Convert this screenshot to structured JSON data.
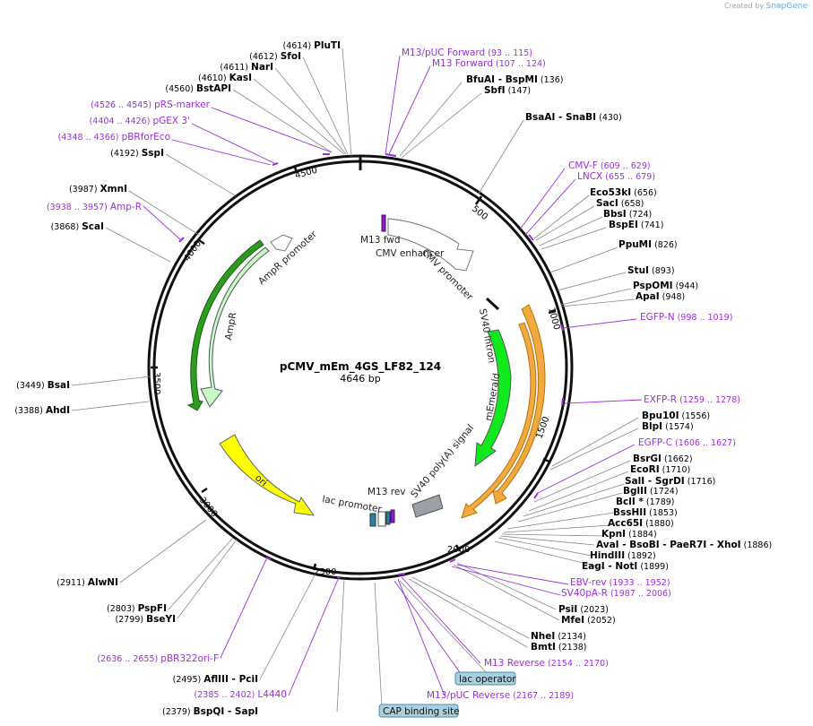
{
  "credit": {
    "prefix": "Created by",
    "brand": "SnapGene"
  },
  "plasmid": {
    "name": "pCMV_mEm_4GS_LF82_124",
    "length": "4646 bp"
  },
  "ticks": [
    "500",
    "1000",
    "1500",
    "2000",
    "2500",
    "3000",
    "3500",
    "4000",
    "4500"
  ],
  "features": {
    "m13fwd": "M13 fwd",
    "cmv_enhancer": "CMV enhancer",
    "cmv_promoter": "CMV promoter",
    "sv40_intron": "SV40 intron",
    "memerald": "mEmerald",
    "sv40_polya": "SV40 poly(A) signal",
    "ampr_promoter": "AmpR promoter",
    "ampr": "AmpR",
    "ori": "ori",
    "lac_promoter": "lac promoter",
    "m13rev": "M13 rev"
  },
  "boxed": {
    "lac_operator": "lac operator",
    "cap_site": "CAP binding site"
  },
  "labels": [
    {
      "id": "plutI",
      "pos": "(4614)",
      "name": "PluTI",
      "type": "enz"
    },
    {
      "id": "sfoI",
      "pos": "(4612)",
      "name": "SfoI",
      "type": "enz"
    },
    {
      "id": "narI",
      "pos": "(4611)",
      "name": "NarI",
      "type": "enz"
    },
    {
      "id": "kasI",
      "pos": "(4610)",
      "name": "KasI",
      "type": "enz"
    },
    {
      "id": "bstapi",
      "pos": "(4560)",
      "name": "BstAPI",
      "type": "enz"
    },
    {
      "id": "prs",
      "pos": "(4526 .. 4545)",
      "name": "pRS-marker",
      "type": "prim"
    },
    {
      "id": "pgex",
      "pos": "(4404 .. 4426)",
      "name": "pGEX 3'",
      "type": "prim"
    },
    {
      "id": "pbrfor",
      "pos": "(4348 .. 4366)",
      "name": "pBRforEco",
      "type": "prim"
    },
    {
      "id": "sspI",
      "pos": "(4192)",
      "name": "SspI",
      "type": "enz"
    },
    {
      "id": "xmnI",
      "pos": "(3987)",
      "name": "XmnI",
      "type": "enz"
    },
    {
      "id": "ampr_p",
      "pos": "(3938 .. 3957)",
      "name": "Amp-R",
      "type": "prim"
    },
    {
      "id": "scaI",
      "pos": "(3868)",
      "name": "ScaI",
      "type": "enz"
    },
    {
      "id": "bsaI",
      "pos": "(3449)",
      "name": "BsaI",
      "type": "enz"
    },
    {
      "id": "ahdI",
      "pos": "(3388)",
      "name": "AhdI",
      "type": "enz"
    },
    {
      "id": "alwNI",
      "pos": "(2911)",
      "name": "AlwNI",
      "type": "enz"
    },
    {
      "id": "pspFI",
      "pos": "(2803)",
      "name": "PspFI",
      "type": "enz"
    },
    {
      "id": "bseYI",
      "pos": "(2799)",
      "name": "BseYI",
      "type": "enz"
    },
    {
      "id": "pbr322",
      "pos": "(2636 .. 2655)",
      "name": "pBR322ori-F",
      "type": "prim"
    },
    {
      "id": "aflIII",
      "pos": "(2495)",
      "name": "AflIII  - PciI",
      "type": "enz"
    },
    {
      "id": "l4440",
      "pos": "(2385 .. 2402)",
      "name": "L4440",
      "type": "prim"
    },
    {
      "id": "bspQI",
      "pos": "(2379)",
      "name": "BspQI  - SapI",
      "type": "enz"
    },
    {
      "id": "m13puc",
      "pos": "(93 .. 115)",
      "name": "M13/pUC Forward",
      "type": "primR"
    },
    {
      "id": "m13f",
      "pos": "(107 .. 124)",
      "name": "M13 Forward",
      "type": "primR"
    },
    {
      "id": "bfuAI",
      "pos": "(136)",
      "name": "BfuAI  - BspMI",
      "type": "enzR"
    },
    {
      "id": "sbfI",
      "pos": "(147)",
      "name": "SbfI",
      "type": "enzR"
    },
    {
      "id": "bsaAI",
      "pos": "(430)",
      "name": "BsaAI  - SnaBI",
      "type": "enzR"
    },
    {
      "id": "cmvf",
      "pos": "(609 .. 629)",
      "name": "CMV-F",
      "type": "primR"
    },
    {
      "id": "lncx",
      "pos": "(655 .. 679)",
      "name": "LNCX",
      "type": "primR"
    },
    {
      "id": "eco53",
      "pos": "(656)",
      "name": "Eco53kI",
      "type": "enzR"
    },
    {
      "id": "sacI",
      "pos": "(658)",
      "name": "SacI",
      "type": "enzR"
    },
    {
      "id": "bbsI",
      "pos": "(724)",
      "name": "BbsI",
      "type": "enzR"
    },
    {
      "id": "bspEI",
      "pos": "(741)",
      "name": "BspEI",
      "type": "enzR"
    },
    {
      "id": "ppuMI",
      "pos": "(826)",
      "name": "PpuMI",
      "type": "enzR"
    },
    {
      "id": "stuI",
      "pos": "(893)",
      "name": "StuI",
      "type": "enzR"
    },
    {
      "id": "pspOMI",
      "pos": "(944)",
      "name": "PspOMI",
      "type": "enzR"
    },
    {
      "id": "apaI",
      "pos": "(948)",
      "name": "ApaI",
      "type": "enzR"
    },
    {
      "id": "egfpn",
      "pos": "(998 .. 1019)",
      "name": "EGFP-N",
      "type": "primR"
    },
    {
      "id": "exfpr",
      "pos": "(1259 .. 1278)",
      "name": "EXFP-R",
      "type": "primR"
    },
    {
      "id": "bpu10I",
      "pos": "(1556)",
      "name": "Bpu10I",
      "type": "enzR"
    },
    {
      "id": "blpI",
      "pos": "(1574)",
      "name": "BlpI",
      "type": "enzR"
    },
    {
      "id": "egfpc",
      "pos": "(1606 .. 1627)",
      "name": "EGFP-C",
      "type": "primR"
    },
    {
      "id": "bsrGI",
      "pos": "(1662)",
      "name": "BsrGI",
      "type": "enzR"
    },
    {
      "id": "ecoRI",
      "pos": "(1710)",
      "name": "EcoRI",
      "type": "enzR"
    },
    {
      "id": "salI",
      "pos": "(1716)",
      "name": "SalI  - SgrDI",
      "type": "enzR"
    },
    {
      "id": "bglII",
      "pos": "(1724)",
      "name": "BglII",
      "type": "enzR"
    },
    {
      "id": "bclI",
      "pos": "(1789)",
      "name": "BclI *",
      "type": "enzR"
    },
    {
      "id": "bssHII",
      "pos": "(1853)",
      "name": "BssHII",
      "type": "enzR"
    },
    {
      "id": "acc65I",
      "pos": "(1880)",
      "name": "Acc65I",
      "type": "enzR"
    },
    {
      "id": "kpnI",
      "pos": "(1884)",
      "name": "KpnI",
      "type": "enzR"
    },
    {
      "id": "avaI",
      "pos": "(1886)",
      "name": "AvaI  - BsoBI  - PaeR7I  - XhoI",
      "type": "enzR"
    },
    {
      "id": "hindIII",
      "pos": "(1892)",
      "name": "HindIII",
      "type": "enzR"
    },
    {
      "id": "eagI",
      "pos": "(1899)",
      "name": "EagI  - NotI",
      "type": "enzR"
    },
    {
      "id": "ebvrev",
      "pos": "(1933 .. 1952)",
      "name": "EBV-rev",
      "type": "primR"
    },
    {
      "id": "sv40par",
      "pos": "(1987 .. 2006)",
      "name": "SV40pA-R",
      "type": "primR"
    },
    {
      "id": "psiI",
      "pos": "(2023)",
      "name": "PsiI",
      "type": "enzR"
    },
    {
      "id": "mfeI",
      "pos": "(2052)",
      "name": "MfeI",
      "type": "enzR"
    },
    {
      "id": "nheI",
      "pos": "(2134)",
      "name": "NheI",
      "type": "enzR"
    },
    {
      "id": "bmtI",
      "pos": "(2138)",
      "name": "BmtI",
      "type": "enzR"
    },
    {
      "id": "m13rev_p",
      "pos": "(2154 .. 2170)",
      "name": "M13 Reverse",
      "type": "primR"
    },
    {
      "id": "m13pucrev",
      "pos": "(2167 .. 2189)",
      "name": "M13/pUC Reverse",
      "type": "primR"
    }
  ]
}
